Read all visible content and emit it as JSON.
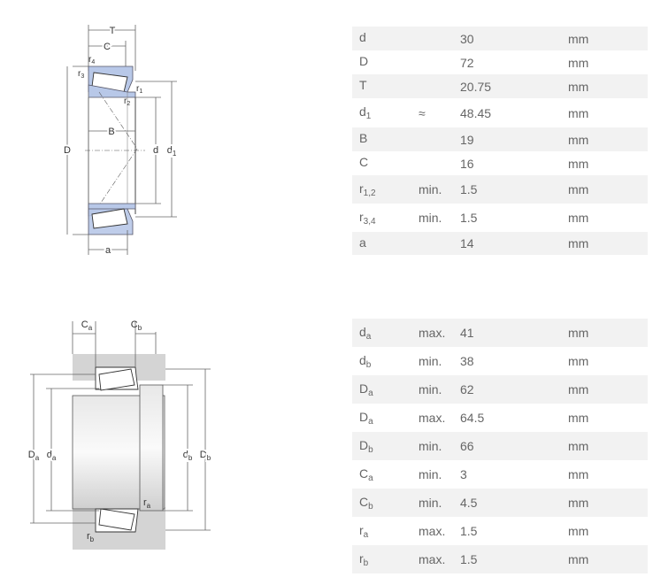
{
  "table1": [
    {
      "symbol": "d",
      "sub": "",
      "qualifier": "",
      "value": "30",
      "unit": "mm"
    },
    {
      "symbol": "D",
      "sub": "",
      "qualifier": "",
      "value": "72",
      "unit": "mm"
    },
    {
      "symbol": "T",
      "sub": "",
      "qualifier": "",
      "value": "20.75",
      "unit": "mm"
    },
    {
      "symbol": "d",
      "sub": "1",
      "qualifier": "≈",
      "value": "48.45",
      "unit": "mm"
    },
    {
      "symbol": "B",
      "sub": "",
      "qualifier": "",
      "value": "19",
      "unit": "mm"
    },
    {
      "symbol": "C",
      "sub": "",
      "qualifier": "",
      "value": "16",
      "unit": "mm"
    },
    {
      "symbol": "r",
      "sub": "1,2",
      "qualifier": "min.",
      "value": "1.5",
      "unit": "mm"
    },
    {
      "symbol": "r",
      "sub": "3,4",
      "qualifier": "min.",
      "value": "1.5",
      "unit": "mm"
    },
    {
      "symbol": "a",
      "sub": "",
      "qualifier": "",
      "value": "14",
      "unit": "mm"
    }
  ],
  "table2": [
    {
      "symbol": "d",
      "sub": "a",
      "qualifier": "max.",
      "value": "41",
      "unit": "mm"
    },
    {
      "symbol": "d",
      "sub": "b",
      "qualifier": "min.",
      "value": "38",
      "unit": "mm"
    },
    {
      "symbol": "D",
      "sub": "a",
      "qualifier": "min.",
      "value": "62",
      "unit": "mm"
    },
    {
      "symbol": "D",
      "sub": "a",
      "qualifier": "max.",
      "value": "64.5",
      "unit": "mm"
    },
    {
      "symbol": "D",
      "sub": "b",
      "qualifier": "min.",
      "value": "66",
      "unit": "mm"
    },
    {
      "symbol": "C",
      "sub": "a",
      "qualifier": "min.",
      "value": "3",
      "unit": "mm"
    },
    {
      "symbol": "C",
      "sub": "b",
      "qualifier": "min.",
      "value": "4.5",
      "unit": "mm"
    },
    {
      "symbol": "r",
      "sub": "a",
      "qualifier": "max.",
      "value": "1.5",
      "unit": "mm"
    },
    {
      "symbol": "r",
      "sub": "b",
      "qualifier": "max.",
      "value": "1.5",
      "unit": "mm"
    }
  ],
  "diagram1": {
    "labels": {
      "T": "T",
      "C": "C",
      "B": "B",
      "D": "D",
      "d": "d",
      "d1": "d",
      "d1_sub": "1",
      "a": "a",
      "r1": "r",
      "r1_sub": "1",
      "r2": "r",
      "r2_sub": "2",
      "r3": "r",
      "r3_sub": "3",
      "r4": "r",
      "r4_sub": "4"
    },
    "ring_color": "#b8c8e8"
  },
  "diagram2": {
    "labels": {
      "Ca": "C",
      "Ca_sub": "a",
      "Cb": "C",
      "Cb_sub": "b",
      "Da": "D",
      "Da_sub": "a",
      "da": "d",
      "da_sub": "a",
      "db": "d",
      "db_sub": "b",
      "Db": "D",
      "Db_sub": "b",
      "ra": "r",
      "ra_sub": "a",
      "rb": "r",
      "rb_sub": "b"
    },
    "housing_color": "#d4d4d4",
    "shaft_color": "#dcdcdc"
  }
}
